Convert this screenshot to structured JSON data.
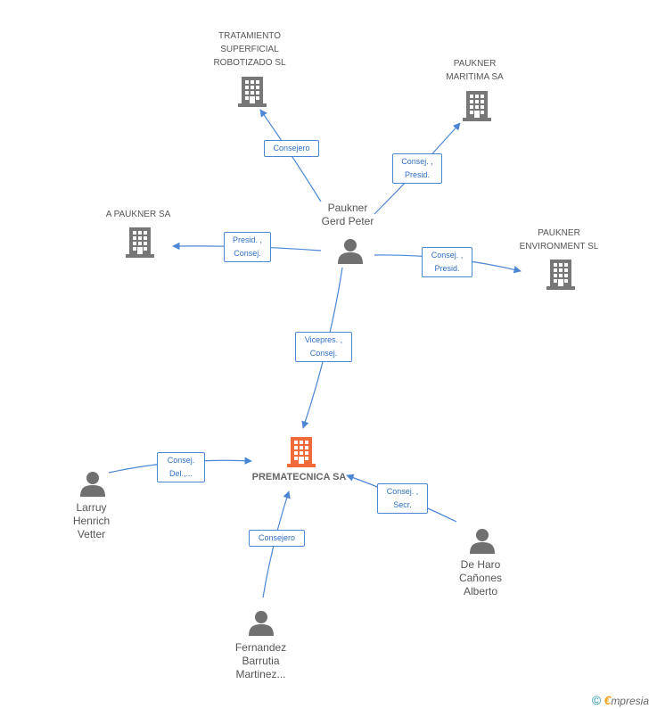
{
  "colors": {
    "edge": "#4a86d4",
    "company_icon": "#777777",
    "focus_icon": "#f06a3a",
    "person_icon": "#707070"
  },
  "focus": {
    "name": "PREMATECNICA SA"
  },
  "companies": {
    "tratamiento": "TRATAMIENTO\nSUPERFICIAL\nROBOTIZADO SL",
    "maritima": "PAUKNER\nMARITIMA SA",
    "apaukner": "A PAUKNER SA",
    "environment": "PAUKNER\nENVIRONMENT SL"
  },
  "persons": {
    "paukner": "Paukner\nGerd Peter",
    "larruy": "Larruy\nHenrich\nVetter",
    "deharo": "De Haro\nCañones\nAlberto",
    "fernandez": "Fernandez\nBarrutia\nMartinez..."
  },
  "edges": {
    "tratamiento": "Consejero",
    "maritima": "Consej. ,\nPresid.",
    "apaukner": "Presid. ,\nConsej.",
    "environment": "Consej. ,\nPresid.",
    "paukner_focus": "Vicepres. ,\nConsej.",
    "larruy": "Consej.\nDel.,...",
    "deharo": "Consej. ,\nSecr.",
    "fernandez": "Consejero"
  },
  "footer": {
    "copyright": "©",
    "brand_initial": "€",
    "brand_rest": "mpresia"
  }
}
